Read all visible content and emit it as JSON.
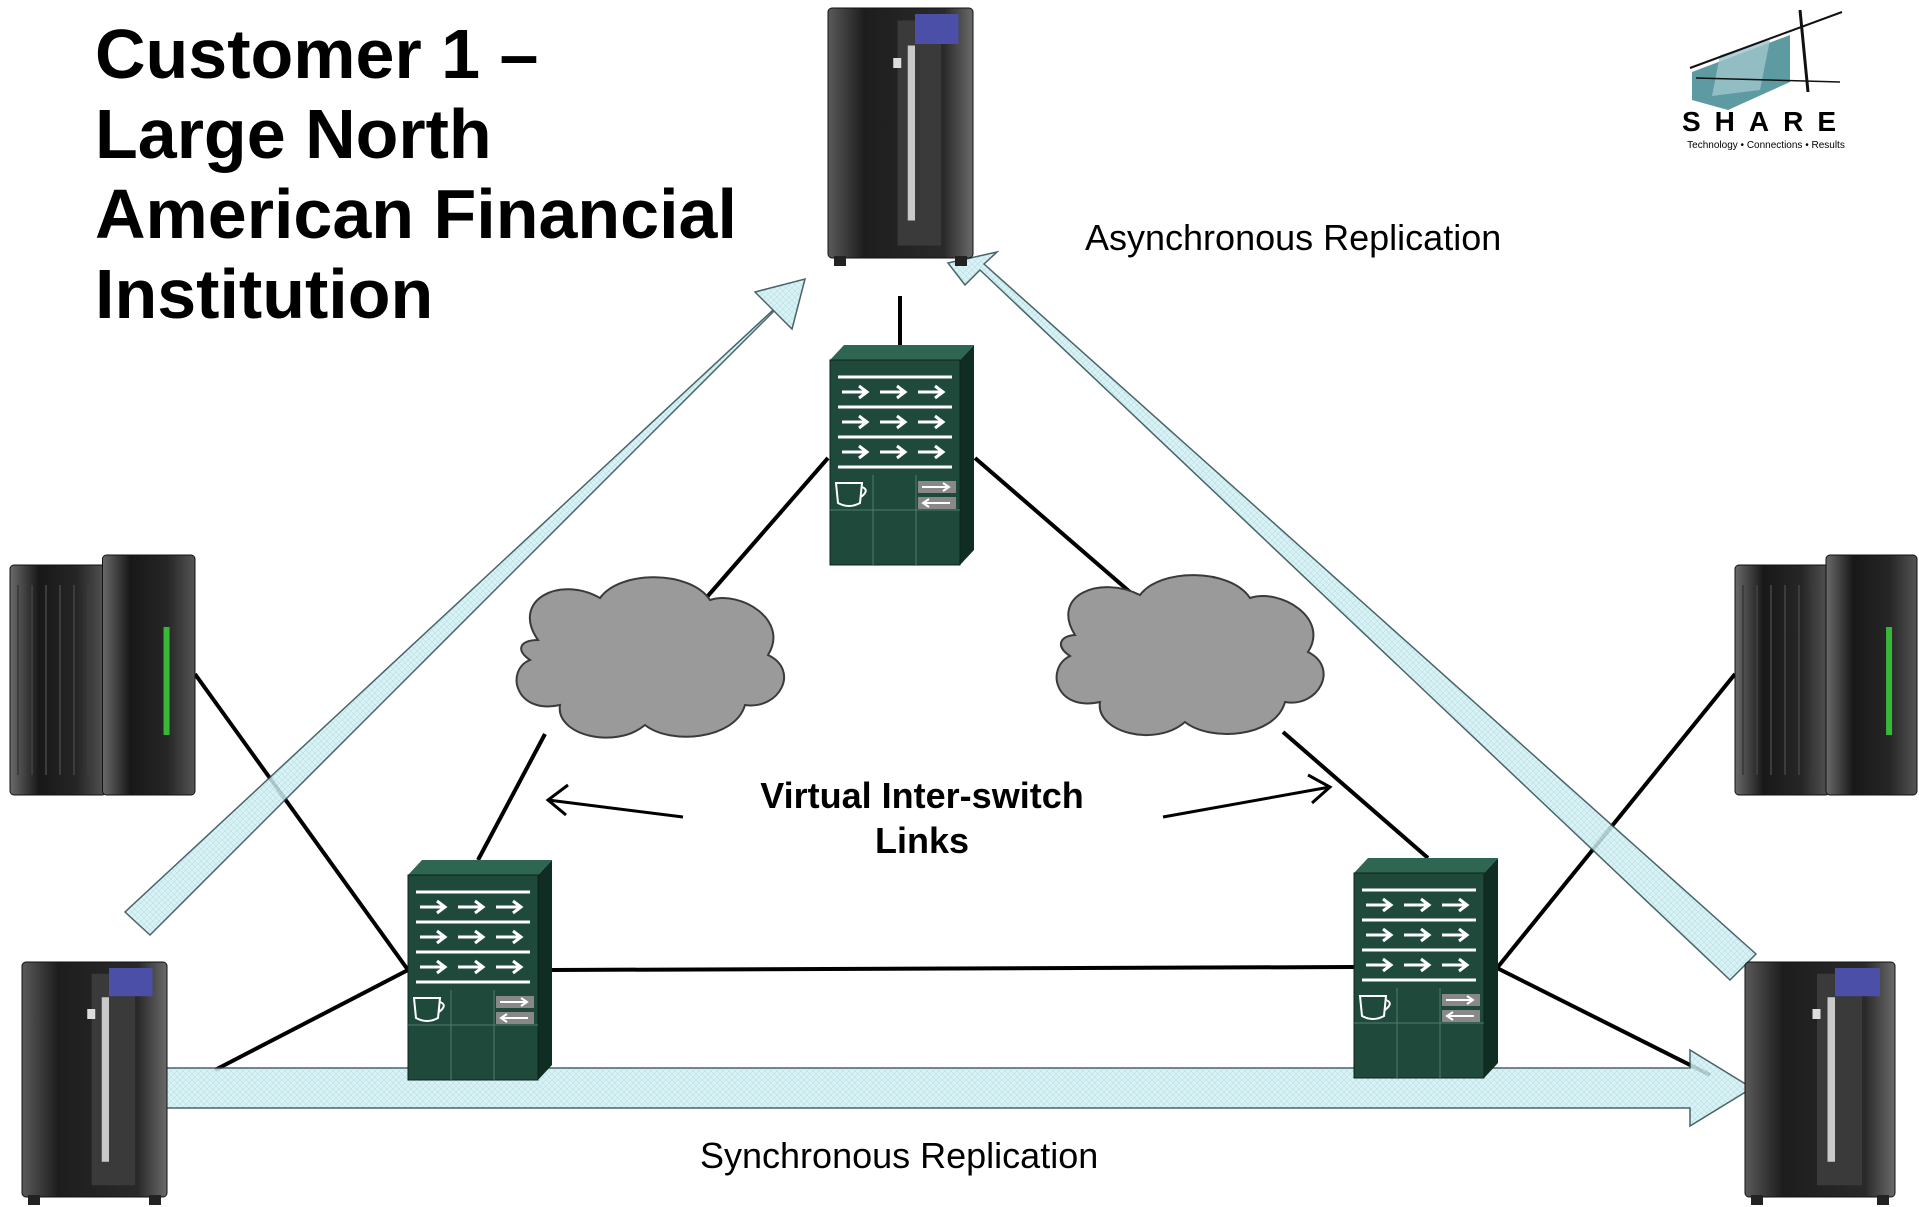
{
  "title_lines": [
    "Customer 1 –",
    "Large North",
    "American Financial",
    "Institution"
  ],
  "logo": {
    "text": "SHARE",
    "tagline": "Technology • Connections • Results"
  },
  "labels": {
    "async": "Asynchronous Replication",
    "sync": "Synchronous Replication",
    "isl_line1": "Virtual Inter-switch",
    "isl_line2": "Links"
  },
  "colors": {
    "replication_arrow": "#cfeef2",
    "switch_body": "#1f4a3b",
    "cloud": "#9a9a9a",
    "storage_badge": "#4b4fa8",
    "mainframe_accent": "#38b838"
  }
}
